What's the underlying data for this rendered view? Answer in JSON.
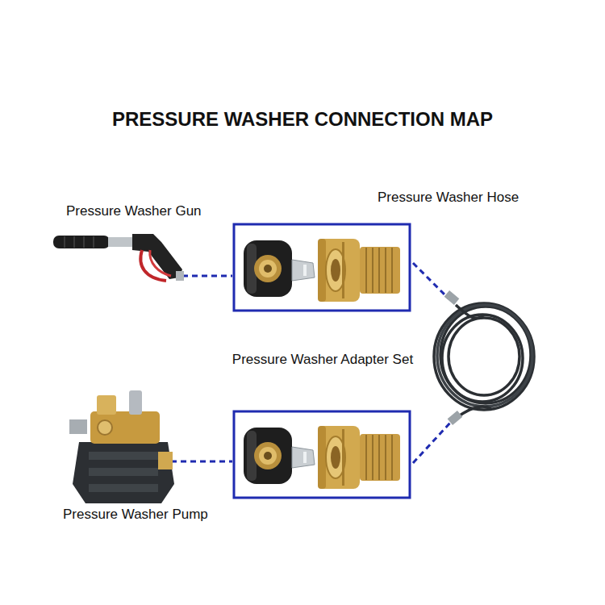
{
  "diagram": {
    "title": "PRESSURE WASHER CONNECTION MAP",
    "nodes": [
      {
        "text": [
          "Pressure Washer Gun"
        ]
      },
      {
        "text": [
          "Pressure Washer Hose"
        ]
      },
      {
        "text": [
          "Pressure Washer Pump"
        ]
      }
    ],
    "labels": [
      "Pressure Washer Adapter Set"
    ]
  }
}
